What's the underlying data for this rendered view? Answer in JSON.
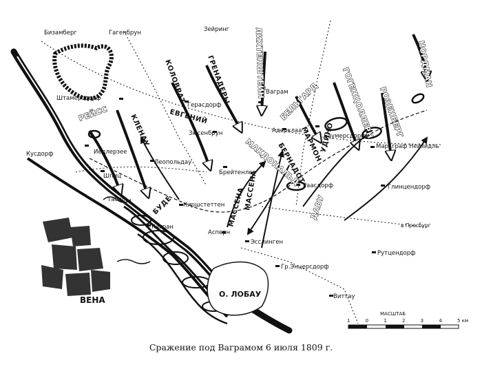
{
  "caption": "Сражение под Ваграмом 6 июля 1809 г.",
  "places": {
    "bisamberg": "Бизамберг",
    "hagenbrunn": "Гагенбрун",
    "seyring": "Зейринг",
    "stammersdorf": "Штамерсдорф",
    "gerasdorf": "Герасдорф",
    "wagram": "Ваграм",
    "aderklaa": "Адерклаа",
    "baumersdorf": "Баумерсдорф",
    "markgraf_neusiedl": "Маркграф Нейзидль",
    "kusdorf": "Кусдорф",
    "jedlersee": "Иедлерзее",
    "suessenbrunn": "Зюсенбрун",
    "breitenlee": "Брейтенлее",
    "leopoldau": "Леопольдау",
    "spitz": "Шпиц",
    "tabor": "Табор",
    "raasdorf": "Раасдорф",
    "glinzendorf": "Глинцендорф",
    "kirschstetten": "Киршстеттен",
    "kagran": "Кагран",
    "aspern": "Асперн",
    "essling": "Эсслинген",
    "to_pressburg": "в Пресбург",
    "rutzendorf": "Рутцендорф",
    "gr_enzersdorf": "Гр.Энцерсдорф",
    "wittau": "Виттау",
    "vienna": "ВЕНА",
    "lobau": "О. ЛОБАУ"
  },
  "armies": {
    "reuss": "РЕЙСС",
    "klenau": "КЛЕНАУ",
    "kolowrat": "КОЛОВРАТ",
    "grenadiers": "ГРЕНАДЕРЫ",
    "liechtenstein": "ЛИХТЕНШТЕЙН",
    "bellegarde": "БЕЛЬГАРД",
    "hohenzollern": "ГОГЕНЦОЛЛЕРН",
    "rosenberg": "РОЗЕНБЕРГ",
    "nordmann": "НОРДМАН",
    "bernadotte": "БЕРНАДОТ",
    "oudinot": "УДИНО",
    "marmont": "МАРМОН",
    "eugene": "ЕВГЕНИЙ",
    "macdonald": "МАКДОНАЛЬД",
    "massena": "МАССЕНА",
    "davout": "ДАВУ",
    "boudet": "БУДЕ"
  },
  "scale": {
    "title": "МАСШТАБ",
    "ticks": [
      "1",
      "0",
      "1",
      "2",
      "3",
      "4",
      "5 км"
    ]
  }
}
